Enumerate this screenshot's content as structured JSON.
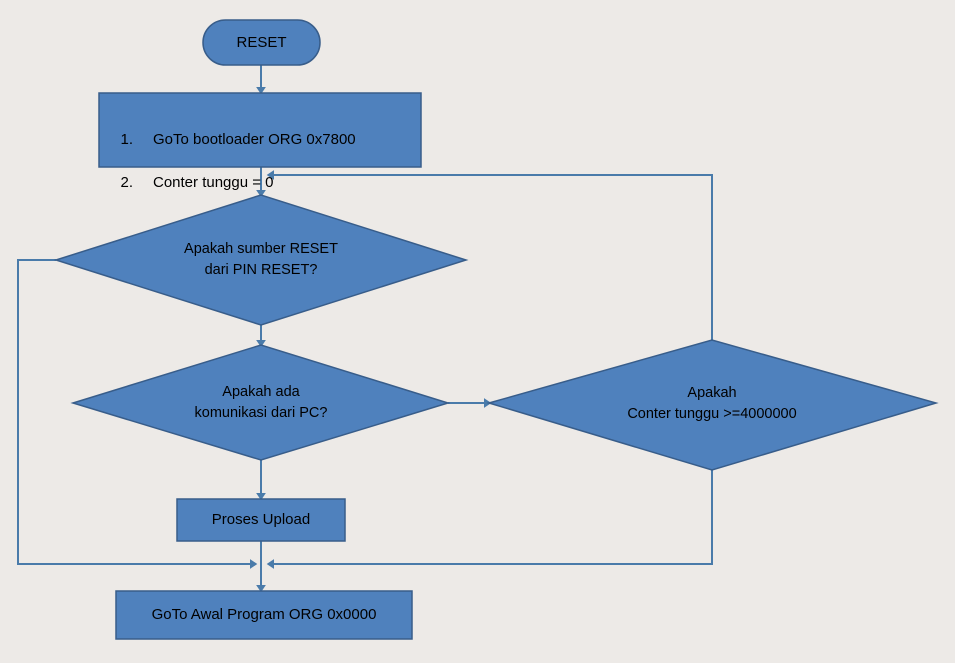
{
  "diagram": {
    "title": "Bootloader Reset Flowchart",
    "background_color": "#EDEAE7",
    "shape_fill": "#4F81BD",
    "shape_border": "#385D8A",
    "connector_color": "#4A7BAA",
    "text_color": "#000000"
  },
  "nodes": {
    "reset": {
      "type": "terminator",
      "label": "RESET"
    },
    "init": {
      "type": "process",
      "items": [
        {
          "number": "1.",
          "text": "GoTo bootloader ORG 0x7800"
        },
        {
          "number": "2.",
          "text": "Conter tunggu = 0"
        }
      ]
    },
    "decision_reset_source": {
      "type": "decision",
      "line1": "Apakah sumber RESET",
      "line2": "dari PIN RESET?"
    },
    "decision_pc_comm": {
      "type": "decision",
      "line1": "Apakah ada",
      "line2": "komunikasi dari PC?"
    },
    "decision_counter": {
      "type": "decision",
      "line1": "Apakah",
      "line2": "Conter tunggu >=4000000"
    },
    "proses_upload": {
      "type": "process",
      "label": "Proses Upload"
    },
    "goto_awal": {
      "type": "process",
      "label": "GoTo Awal Program ORG 0x0000"
    }
  },
  "connectors": [
    {
      "name": "reset-to-init",
      "from": "reset",
      "to": "init",
      "arrow": true
    },
    {
      "name": "init-to-decision-reset-source",
      "from": "init",
      "to": "decision_reset_source",
      "arrow": true
    },
    {
      "name": "decision-reset-source-to-decision-pc-comm",
      "from": "decision_reset_source",
      "to": "decision_pc_comm",
      "arrow": true
    },
    {
      "name": "decision-reset-source-left-to-bottom-bus",
      "from": "decision_reset_source",
      "to": "goto_awal",
      "arrow": true
    },
    {
      "name": "decision-pc-comm-to-decision-counter",
      "from": "decision_pc_comm",
      "to": "decision_counter",
      "arrow": true
    },
    {
      "name": "decision-pc-comm-to-proses-upload",
      "from": "decision_pc_comm",
      "to": "proses_upload",
      "arrow": true
    },
    {
      "name": "decision-counter-top-feedback-to-init-output",
      "from": "decision_counter",
      "to": "decision_reset_source",
      "arrow": true
    },
    {
      "name": "decision-counter-bottom-to-bottom-bus",
      "from": "decision_counter",
      "to": "goto_awal",
      "arrow": true
    },
    {
      "name": "proses-upload-to-goto-awal",
      "from": "proses_upload",
      "to": "goto_awal",
      "arrow": true
    }
  ]
}
